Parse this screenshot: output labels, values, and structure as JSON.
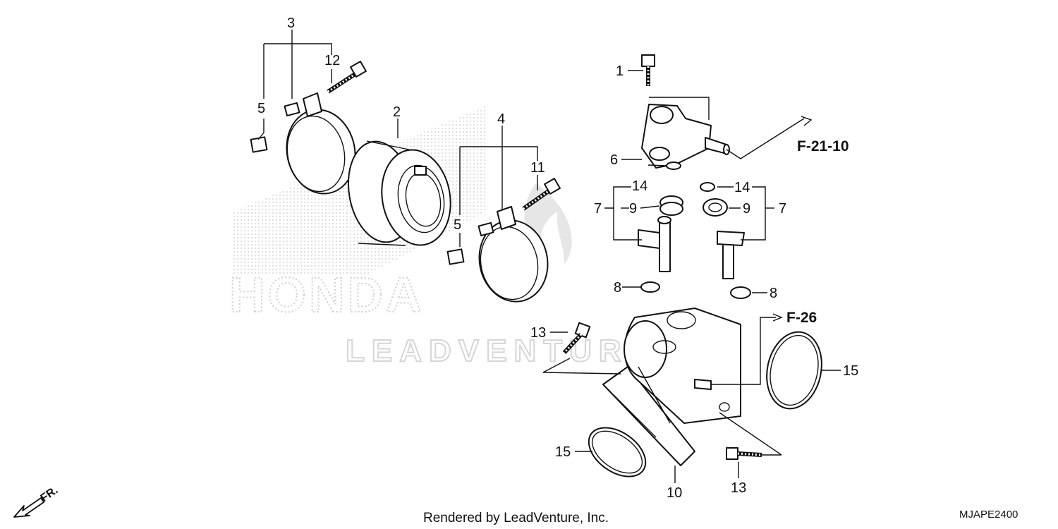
{
  "callouts": {
    "c1": "1",
    "c2": "2",
    "c3": "3",
    "c4": "4",
    "c5a": "5",
    "c5b": "5",
    "c6": "6",
    "c7a": "7",
    "c7b": "7",
    "c8a": "8",
    "c8b": "8",
    "c9a": "9",
    "c9b": "9",
    "c10": "10",
    "c11": "11",
    "c12": "12",
    "c13a": "13",
    "c13b": "13",
    "c14a": "14",
    "c14b": "14",
    "c15a": "15",
    "c15b": "15"
  },
  "references": {
    "ref_f2110": "F-21-10",
    "ref_f26": "F-26"
  },
  "front_indicator": "FR.",
  "watermark": {
    "brand": "HONDA",
    "vendor": "LEADVENTURE"
  },
  "footer": {
    "credit": "Rendered by LeadVenture, Inc.",
    "diagram_code": "MJAPE2400"
  },
  "colors": {
    "line": "#111111",
    "watermark": "#d0d0d0",
    "background": "#ffffff"
  }
}
